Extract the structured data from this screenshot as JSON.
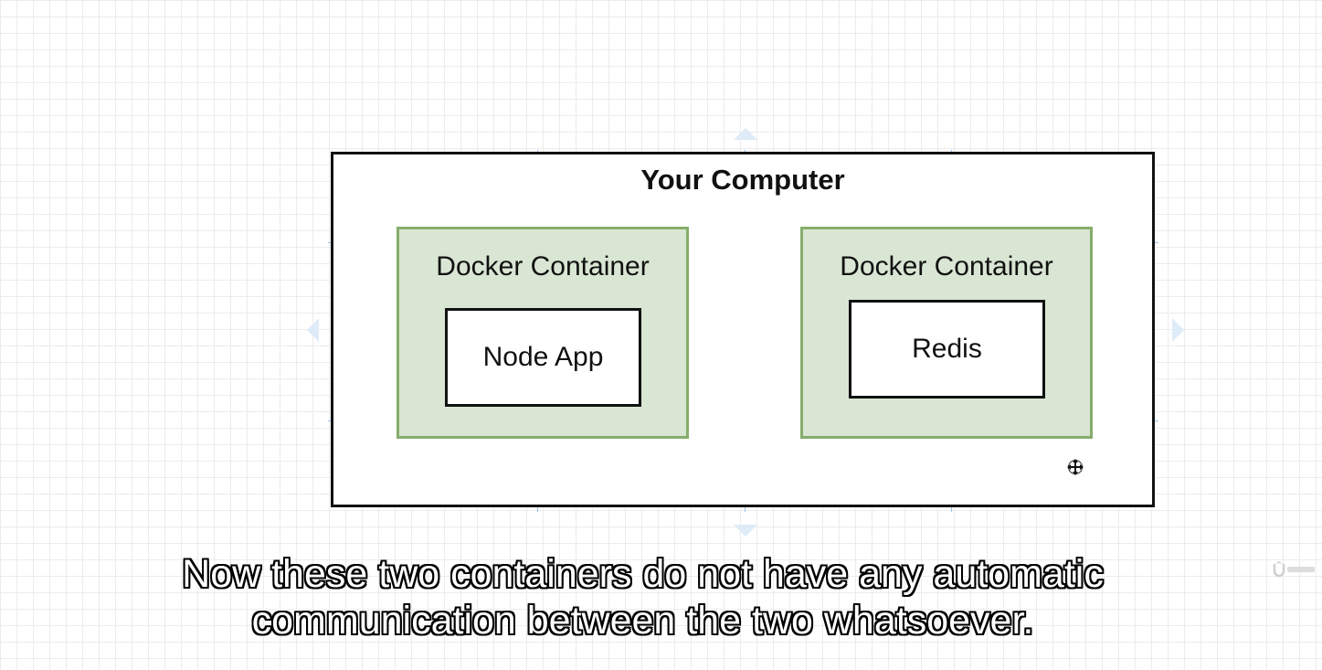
{
  "diagram": {
    "computer": {
      "title": "Your Computer"
    },
    "containers": [
      {
        "label": "Docker Container",
        "app": "Node App"
      },
      {
        "label": "Docker Container",
        "app": "Redis"
      }
    ]
  },
  "caption": {
    "line1": "Now these two containers do not have any automatic",
    "line2": "communication between the two whatsoever."
  },
  "colors": {
    "container_fill": "#d9e6d4",
    "container_border": "#86ad6b",
    "box_border": "#111111",
    "selection_handles": "#9cc3ea"
  },
  "icons": {
    "cursor": "move-cursor-icon",
    "watermark": "udemy-logo-icon"
  }
}
